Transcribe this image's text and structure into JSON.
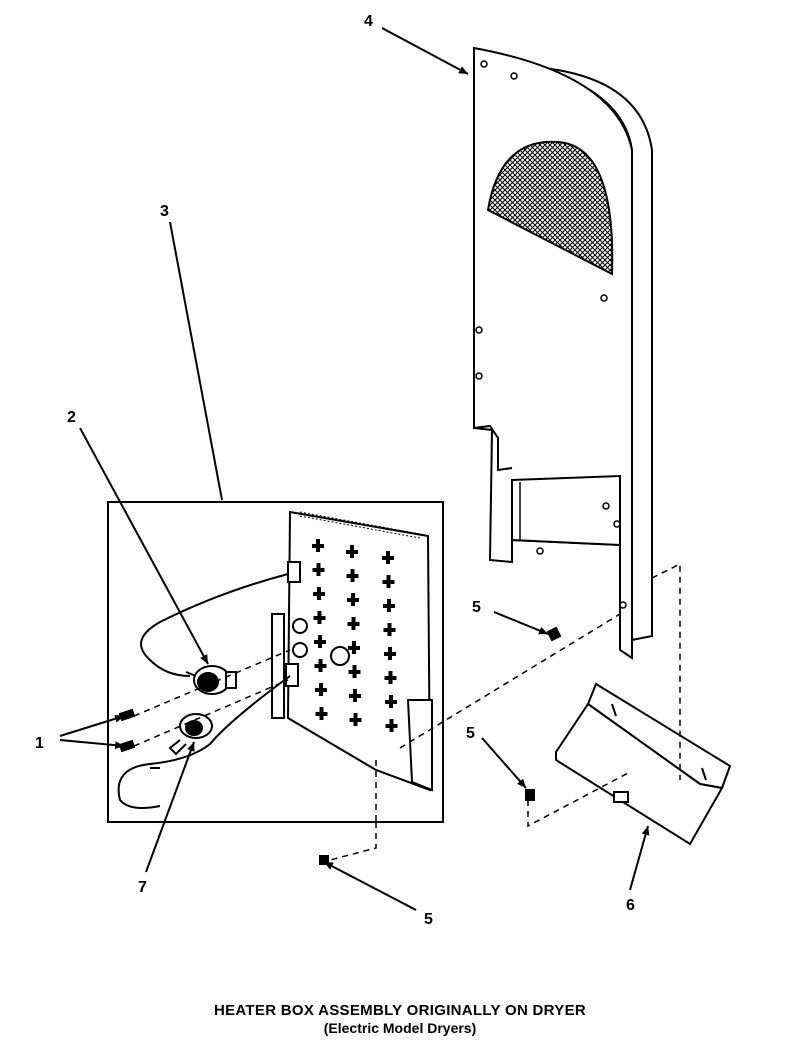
{
  "callouts": {
    "c1": "1",
    "c2": "2",
    "c3": "3",
    "c4": "4",
    "c5a": "5",
    "c5b": "5",
    "c5c": "5",
    "c6": "6",
    "c7": "7"
  },
  "caption": {
    "title": "HEATER BOX ASSEMBLY ORIGINALLY ON DRYER",
    "subtitle": "(Electric Model Dryers)"
  }
}
